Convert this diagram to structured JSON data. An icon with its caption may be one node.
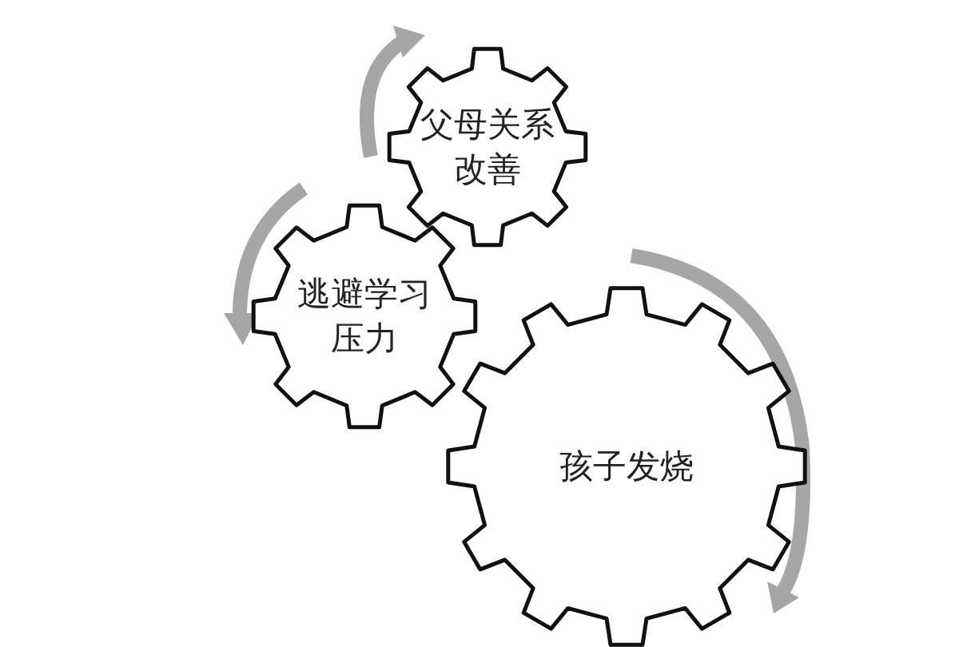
{
  "diagram": {
    "nodes": [
      {
        "text": [
          "父母关系改善"
        ]
      },
      {
        "text": [
          "逃避学习压力"
        ]
      },
      {
        "text": [
          "孩子发烧"
        ]
      }
    ]
  }
}
